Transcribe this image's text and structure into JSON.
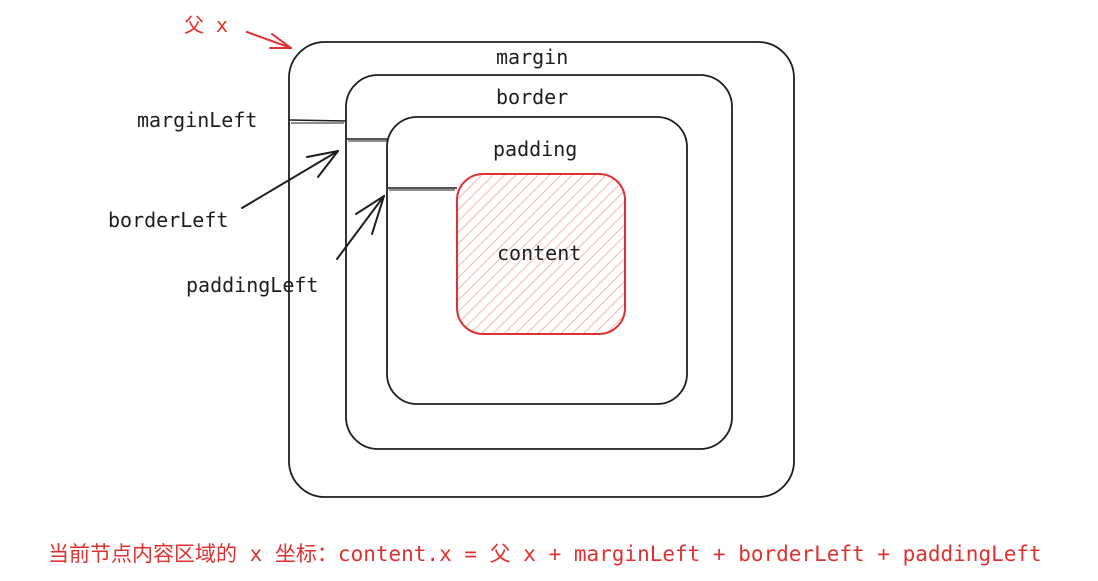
{
  "boxes": {
    "margin": "margin",
    "border": "border",
    "padding": "padding",
    "content": "content"
  },
  "annotations": {
    "parent_x": "父 x",
    "margin_left": "marginLeft",
    "border_left": "borderLeft",
    "padding_left": "paddingLeft"
  },
  "formula": "当前节点内容区域的 x 坐标：content.x = 父 x + marginLeft + borderLeft + paddingLeft",
  "colors": {
    "stroke": "#1e1e1e",
    "accent": "#e03131",
    "content_fill": "#ffc9c9"
  }
}
